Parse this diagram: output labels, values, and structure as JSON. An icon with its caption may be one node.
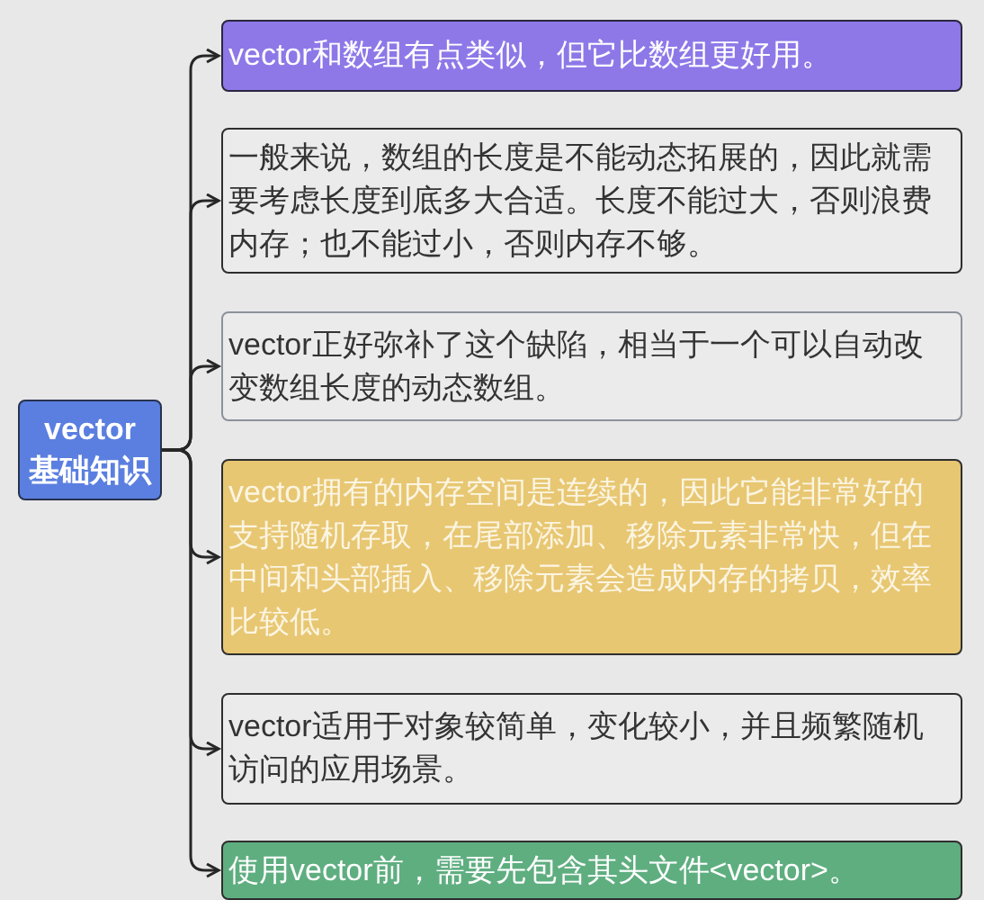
{
  "diagram": {
    "nodes": [
      {
        "text": [
          "vector 基础知识"
        ]
      },
      {
        "text": [
          "vector和数组有点类似，但它比数组更好用。"
        ]
      },
      {
        "text": [
          "一般来说，数组的长度是不能动态拓展的，因此就需要考虑长度到底多大合适。长度不能过大，否则浪费内存；也不能过小，否则内存不够。"
        ]
      },
      {
        "text": [
          "vector正好弥补了这个缺陷，相当于一个可以自动改变数组长度的动态数组。"
        ]
      },
      {
        "text": [
          "vector拥有的内存空间是连续的，因此它能非常好的支持随机存取，在尾部添加、移除元素非常快，但在中间和头部插入、移除元素会造成内存的拷贝，效率比较低。"
        ]
      },
      {
        "text": [
          "vector适用于对象较简单，变化较小，并且频繁随机访问的应用场景。"
        ]
      },
      {
        "text": [
          "使用vector前，需要先包含其头文件<vector>。"
        ]
      }
    ],
    "edges": [
      {
        "from": 0,
        "to": 1,
        "arrow": "to"
      },
      {
        "from": 0,
        "to": 2,
        "arrow": "to"
      },
      {
        "from": 0,
        "to": 3,
        "arrow": "to"
      },
      {
        "from": 0,
        "to": 4,
        "arrow": "to"
      },
      {
        "from": 0,
        "to": 5,
        "arrow": "to"
      },
      {
        "from": 0,
        "to": 6,
        "arrow": "to"
      }
    ]
  }
}
